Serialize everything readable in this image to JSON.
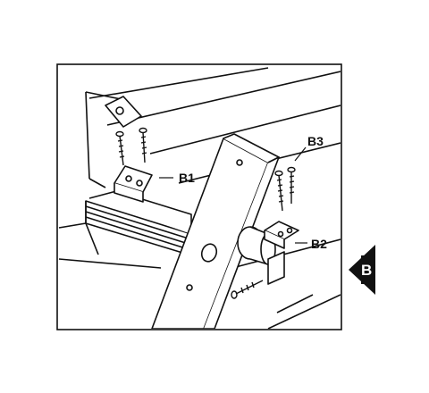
{
  "callouts": {
    "b1": "B1",
    "b2": "B2",
    "b3": "B3"
  },
  "section_tab": {
    "letter": "B",
    "color": "#111111"
  },
  "colors": {
    "ink": "#111111",
    "paper": "#ffffff",
    "shade": "#cfcfcf"
  }
}
